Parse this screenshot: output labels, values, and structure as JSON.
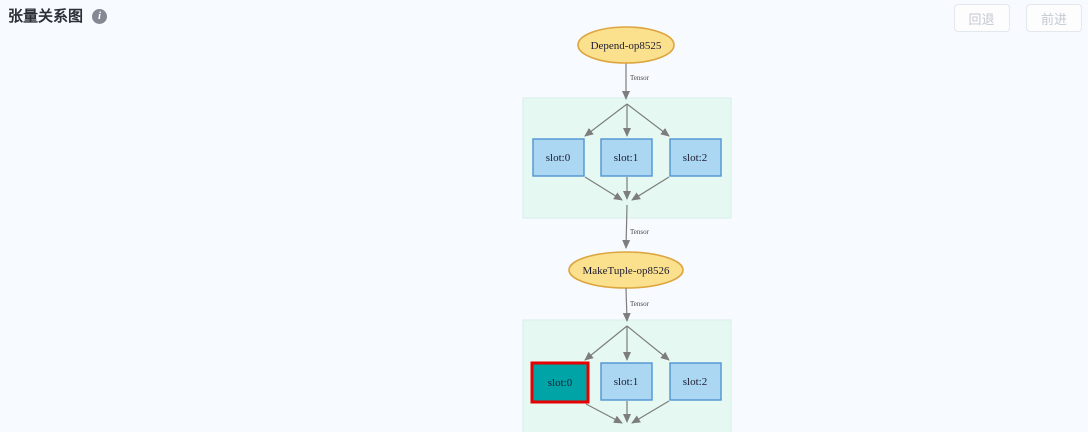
{
  "page": {
    "title": "张量关系图",
    "background": "#f7fafe"
  },
  "header": {
    "info_glyph": "i"
  },
  "toolbar": {
    "back_label": "回退",
    "forward_label": "前进"
  },
  "graph": {
    "edge_label": "Tensor",
    "operator_nodes": [
      {
        "label": "Depend-op8525",
        "shape": "ellipse"
      },
      {
        "label": "MakeTuple-op8526",
        "shape": "ellipse"
      }
    ],
    "slot_groups": [
      {
        "slots": [
          {
            "label": "slot:0",
            "highlighted": false
          },
          {
            "label": "slot:1",
            "highlighted": false
          },
          {
            "label": "slot:2",
            "highlighted": false
          }
        ]
      },
      {
        "slots": [
          {
            "label": "slot:0",
            "highlighted": true
          },
          {
            "label": "slot:1",
            "highlighted": false
          },
          {
            "label": "slot:2",
            "highlighted": false
          }
        ]
      }
    ],
    "colors": {
      "operator_fill": "#fbe08e",
      "operator_border": "#dda53e",
      "group_fill": "#e5f9f2",
      "group_border": "#d9efe8",
      "slot_fill": "#abd7f3",
      "slot_border": "#5193d3",
      "highlight_fill": "#00a3a6",
      "highlight_border": "#e60000",
      "edge": "#7d7d7d",
      "page_background": "#f7fafe"
    }
  }
}
